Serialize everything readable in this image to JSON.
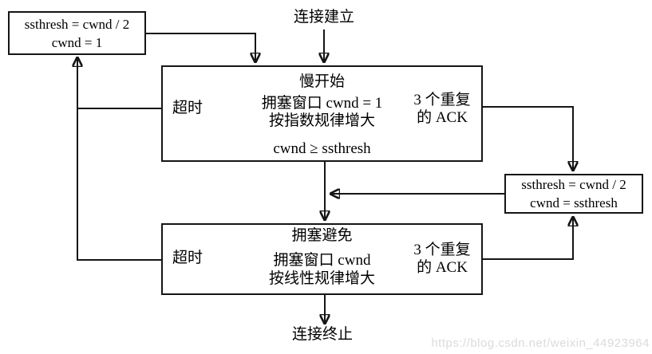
{
  "diagram": {
    "start_label": "连接建立",
    "end_label": "连接终止",
    "watermark": "https://blog.csdn.net/weixin_44923964",
    "reset_box": {
      "line1": "ssthresh = cwnd / 2",
      "line2": "cwnd = 1"
    },
    "adjust_box": {
      "line1": "ssthresh = cwnd / 2",
      "line2": "cwnd = ssthresh"
    },
    "slow_start": {
      "title": "慢开始",
      "timeout_label": "超时",
      "body_line1": "拥塞窗口 cwnd = 1",
      "body_line2": "按指数规律增大",
      "condition": "cwnd ≥ ssthresh",
      "ack_line1": "3 个重复",
      "ack_line2": "的 ACK"
    },
    "congestion_avoidance": {
      "title": "拥塞避免",
      "timeout_label": "超时",
      "body_line1": "拥塞窗口 cwnd",
      "body_line2": "按线性规律增大",
      "ack_line1": "3 个重复",
      "ack_line2": "的 ACK"
    }
  }
}
